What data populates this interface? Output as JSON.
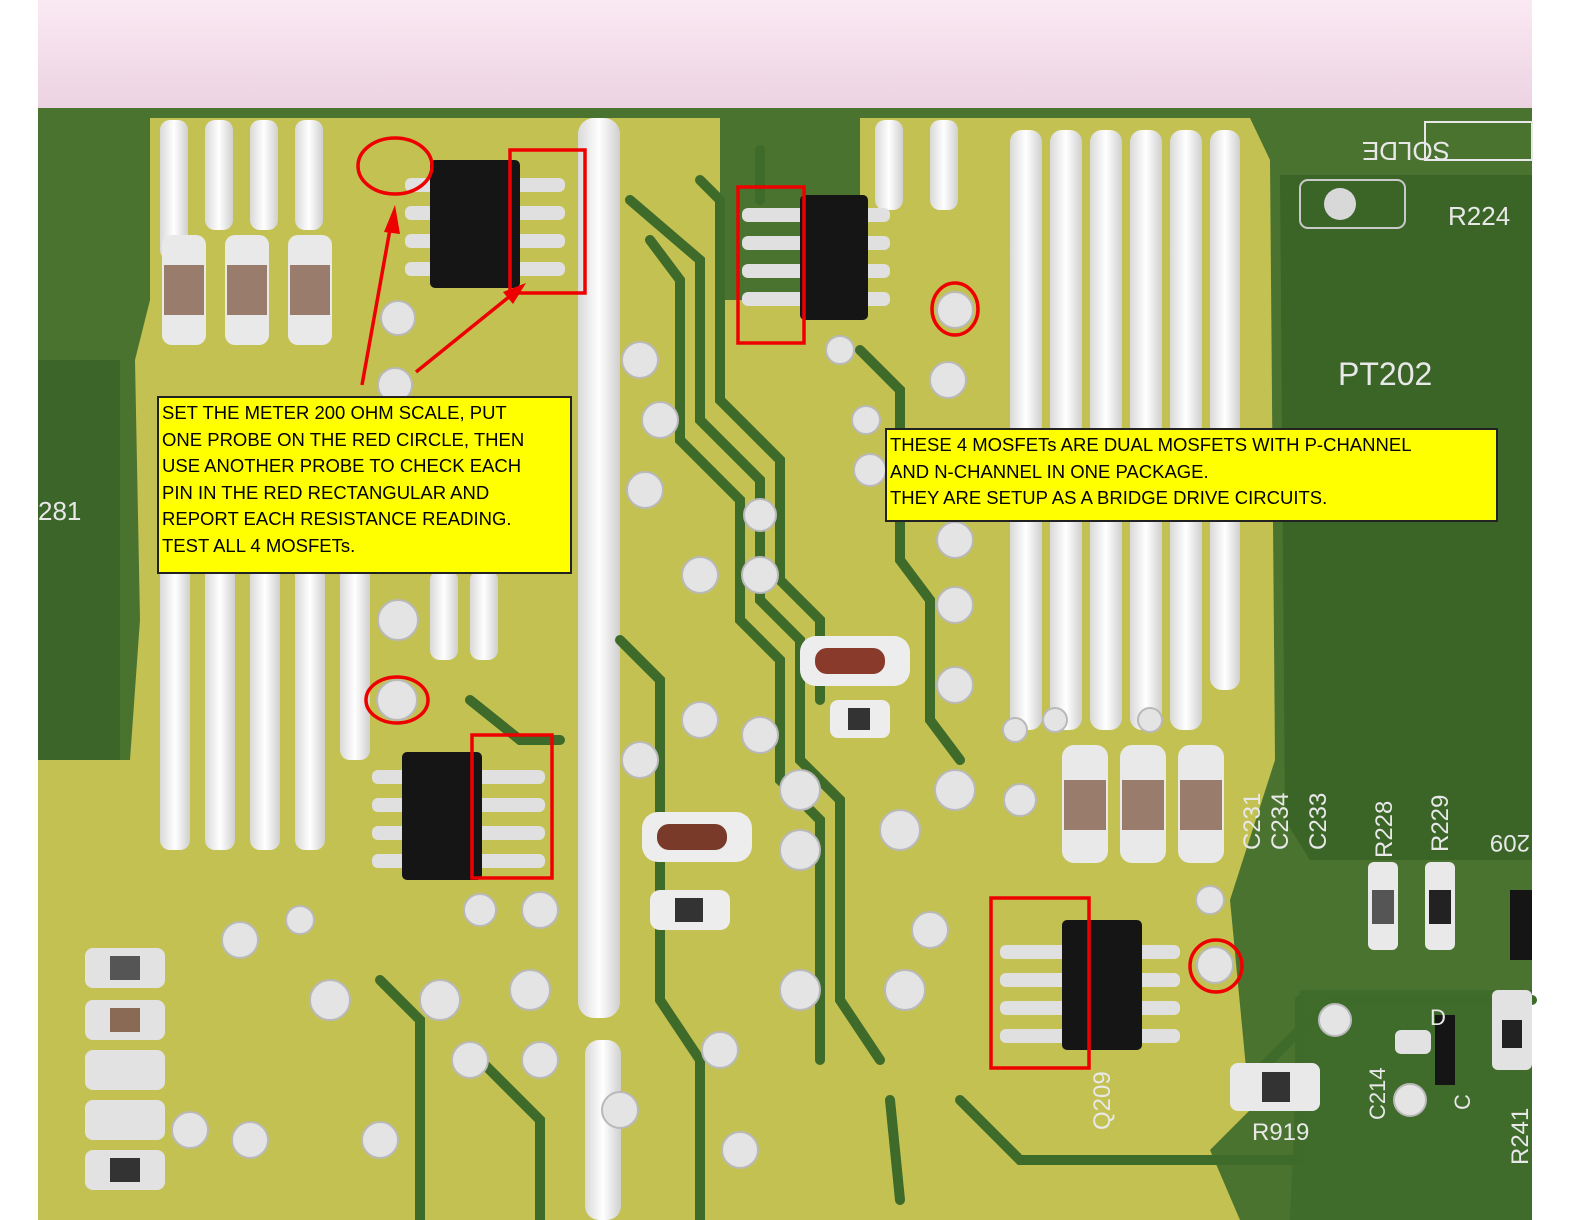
{
  "image": {
    "subject": "PCB close-up with four dual MOSFET chips marked for resistance testing",
    "colors": {
      "pcb_green": "#3f6a2c",
      "solder_mask_yellow": "#c9c65a",
      "tin_silver": "#e8e8e8",
      "chip_black": "#141414",
      "marker_red": "#ee0000",
      "callout_yellow": "#ffff00",
      "wall_pink": "#f3dcea"
    }
  },
  "callouts": {
    "test_instructions": "SET THE METER 200 OHM SCALE, PUT\nONE PROBE ON THE RED CIRCLE, THEN\nUSE ANOTHER PROBE TO CHECK EACH\nPIN IN THE RED RECTANGULAR AND\nREPORT EACH RESISTANCE READING.\nTEST ALL 4 MOSFETs.",
    "mosfet_note": "THESE 4 MOSFETs ARE DUAL MOSFETS WITH P-CHANNEL\nAND N-CHANNEL IN ONE PACKAGE.\nTHEY ARE SETUP AS A BRIDGE DRIVE CIRCUITS."
  },
  "silkscreen": {
    "r224": "R224",
    "pt202": "PT202",
    "soldr": "SOLDE",
    "r228": "R228",
    "r229": "R229",
    "c231": "C231",
    "c234": "C234",
    "c233": "C233",
    "r919": "R919",
    "q209": "Q209",
    "c214": "C214",
    "r241": "R241",
    "d_mark": "D",
    "c_mark": "C",
    "label_209": "209",
    "label_281": "281"
  }
}
